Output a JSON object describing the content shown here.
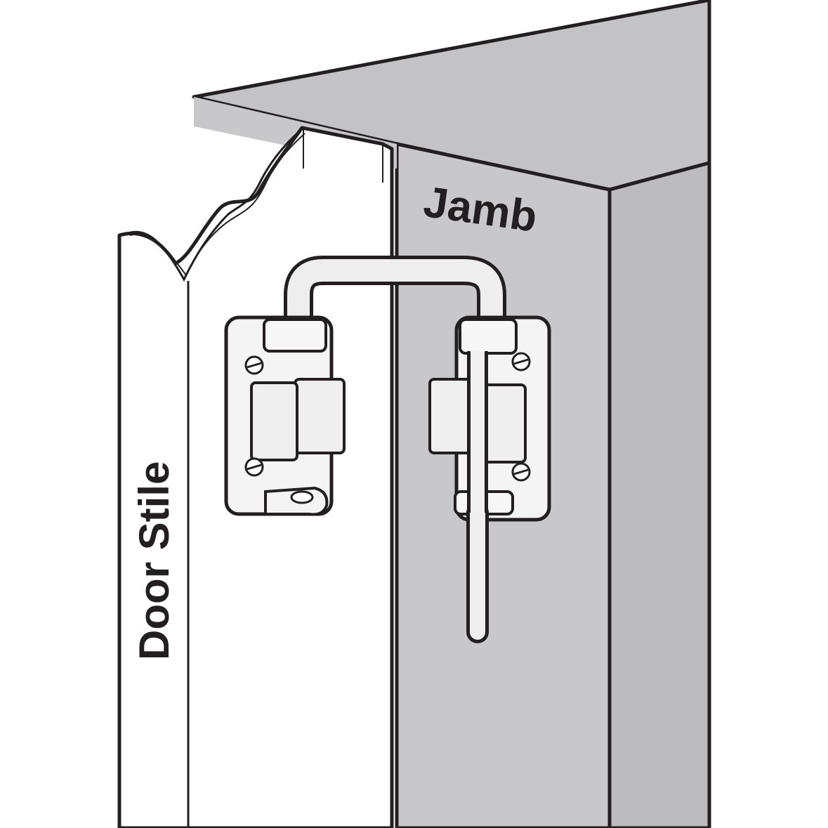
{
  "diagram": {
    "type": "installation-illustration",
    "subject": "sliding door security bar latch",
    "labels": {
      "jamb": "Jamb",
      "door_stile": "Door Stile"
    },
    "colors": {
      "jamb_face": "#c8c8ca",
      "jamb_top": "#c3c3c5",
      "jamb_side": "#bcbcbe",
      "door": "#ffffff",
      "outline": "#231f20",
      "hardware": "#f2f2f2"
    }
  }
}
